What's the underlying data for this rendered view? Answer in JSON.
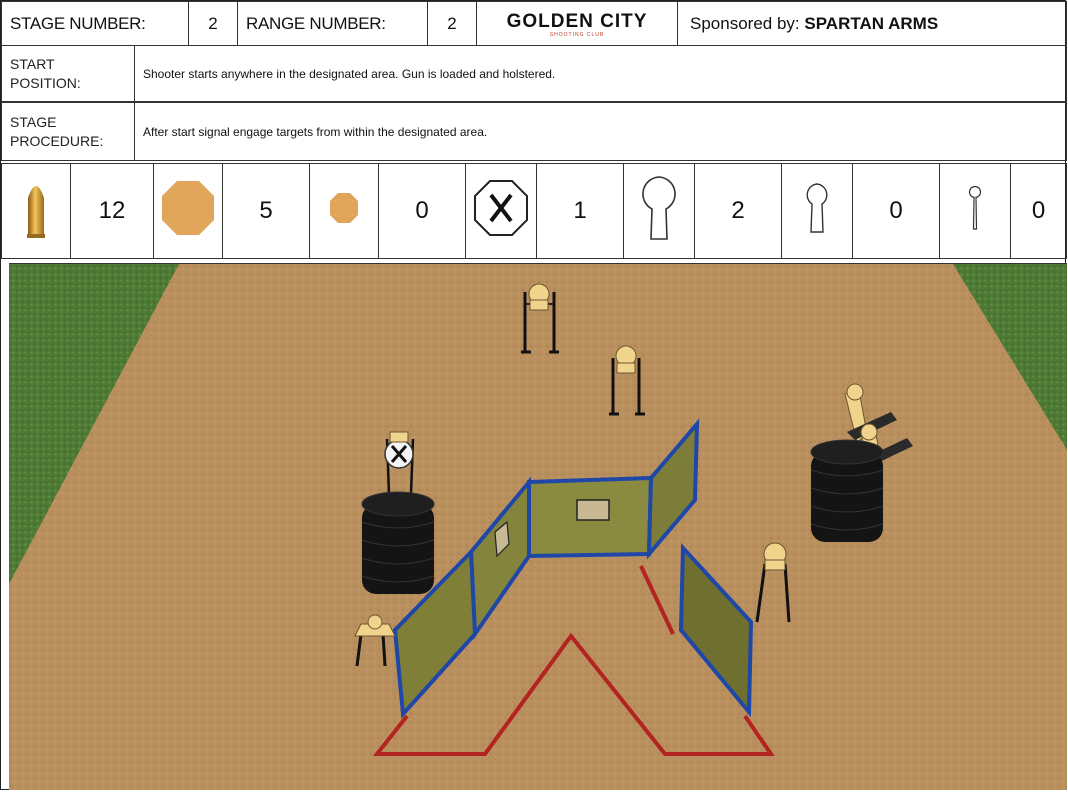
{
  "header": {
    "stage_label": "STAGE NUMBER:",
    "stage_value": "2",
    "range_label": "RANGE NUMBER:",
    "range_value": "2",
    "logo_text": "GOLDEN CITY",
    "logo_subtext": "SHOOTING CLUB",
    "sponsor_prefix": "Sponsored by:",
    "sponsor_name": "SPARTAN ARMS"
  },
  "start": {
    "label_line1": "START",
    "label_line2": "POSITION:",
    "text": "Shooter starts anywhere in the designated area. Gun is loaded and holstered."
  },
  "procedure": {
    "label_line1": "STAGE",
    "label_line2": "PROCEDURE:",
    "text": "After start signal engage targets from within the designated area."
  },
  "targets": [
    {
      "icon": "bullet-icon",
      "count": "12"
    },
    {
      "icon": "large-steel-plate-icon",
      "count": "5"
    },
    {
      "icon": "small-steel-plate-icon",
      "count": "0"
    },
    {
      "icon": "no-shoot-target-icon",
      "count": "1"
    },
    {
      "icon": "large-popper-icon",
      "count": "2"
    },
    {
      "icon": "medium-popper-icon",
      "count": "0"
    },
    {
      "icon": "small-popper-icon",
      "count": "0"
    }
  ],
  "colors": {
    "dirt": "#b98f5e",
    "grass": "#4e7a35",
    "steel": "#e8b65c",
    "wall_panel": "#8a8a40",
    "wall_frame": "#1f47a8",
    "fault_line": "#b3231f"
  }
}
